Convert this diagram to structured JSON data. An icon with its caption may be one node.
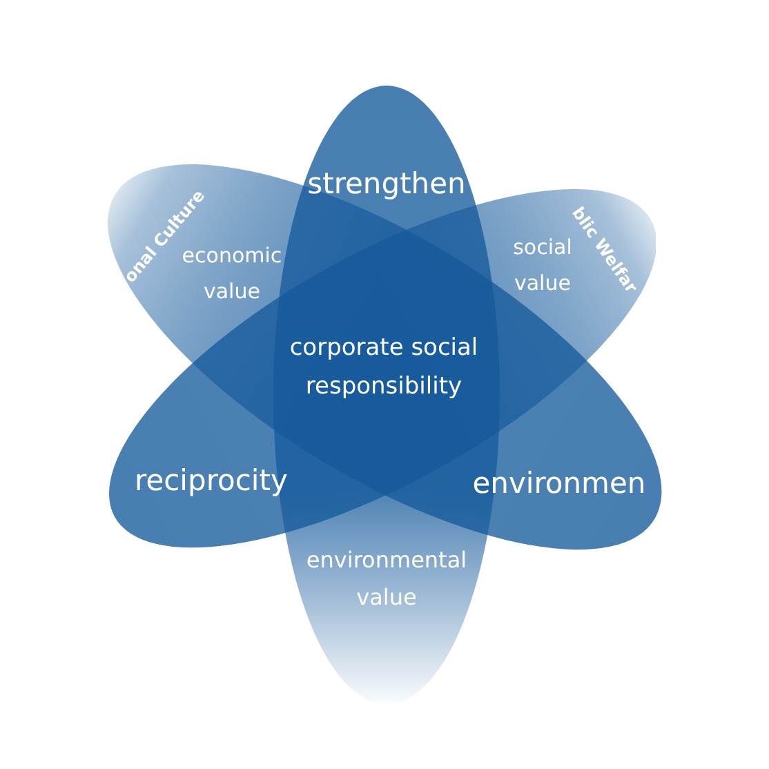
{
  "diagram": {
    "nodes": [
      {
        "text": [
          "strengthen",
          "environmental value"
        ]
      },
      {
        "text": [
          "onal Culture",
          "economic value",
          "environmen"
        ]
      },
      {
        "text": [
          "social value",
          "blic Welfar",
          "reciprocity"
        ]
      }
    ],
    "labels": [
      "corporate social responsibility"
    ]
  }
}
